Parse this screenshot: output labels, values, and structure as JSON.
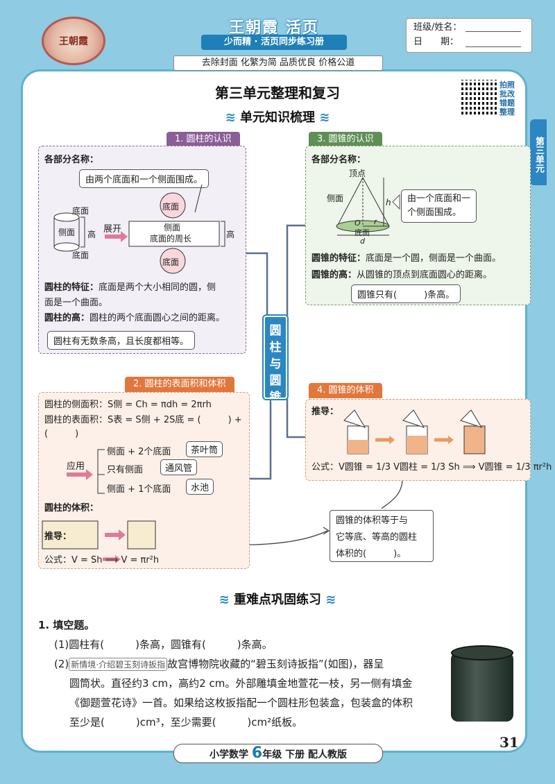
{
  "header": {
    "logo_text": "王朝霞",
    "brand_title": "王朝霞 活页",
    "brand_sub": "少而精 · 活页同步练习册",
    "slogan": "去除封面 化繁为简 品质优良 价格公道",
    "class_label": "班级/姓名：",
    "date_label": "日　　期："
  },
  "title": "第三单元整理和复习",
  "qr_label": "拍照批改 错题整理",
  "unit_tag": "第三单元",
  "section1": "单元知识梳理",
  "section2": "重难点巩固练习",
  "center_tag": "圆柱与圆锥",
  "box1": {
    "tab": "1. 圆柱的认识",
    "parts": "各部分名称：",
    "callout": "由两个底面和一个侧面围成。",
    "base_top": "底面",
    "side": "侧面",
    "base_bottom": "底面",
    "height": "高",
    "unfold": "展开",
    "circle_top": "底面",
    "rect_line1": "侧面",
    "rect_line2": "底面的周长",
    "rect_height": "高",
    "circle_bottom": "底面",
    "feature_label": "圆柱的特征：",
    "feature_text": "底面是两个大小相同的圆，侧",
    "feature_text2": "面是一个曲面。",
    "height_label": "圆柱的高：",
    "height_text": "圆柱的两个底面圆心之间的距离。",
    "note": "圆柱有无数条高，且长度都相等。"
  },
  "box2": {
    "tab": "2. 圆柱的表面积和体积",
    "lateral": "圆柱的侧面积：S侧 = Ch = πdh = 2πrh",
    "surface": "圆柱的表面积：S表 = S侧 + 2S底 = (　　　) +",
    "surface2": "(　　　)",
    "apply": "应用",
    "app1": "侧面 + 2个底面",
    "app1_ex": "茶叶筒",
    "app2": "只有侧面",
    "app2_ex": "通风管",
    "app3": "侧面 + 1个底面",
    "app3_ex": "水池",
    "volume_label": "圆柱的体积：",
    "derive": "推导：",
    "formula": "公式：V = Sh ⟹ V = πr²h"
  },
  "box3": {
    "tab": "3. 圆锥的认识",
    "parts": "各部分名称：",
    "apex": "顶点",
    "side": "侧面",
    "h": "h",
    "o": "O",
    "r": "r",
    "base": "底面",
    "d": "d",
    "callout1": "由一个底面和一",
    "callout2": "个侧面围成。",
    "feature_label": "圆锥的特征：",
    "feature_text": "底面是一个圆，侧面是一个曲面。",
    "height_label": "圆锥的高：",
    "height_text": "从圆锥的顶点到底面圆心的距离。",
    "note": "圆锥只有(　　　)条高。"
  },
  "box4": {
    "tab": "4. 圆锥的体积",
    "derive": "推导：",
    "formula": "公式：V圆锥 = 1/3 V圆柱 = 1/3 Sh ⟹ V圆锥 = 1/3 πr²h"
  },
  "note_box": {
    "line1": "圆锥的体积等于与",
    "line2": "它等底、等高的圆柱",
    "line3": "体积的(　　　)。"
  },
  "questions": {
    "q1": "1. 填空题。",
    "q1_1": "(1)圆柱有(　　　)条高，圆锥有(　　　)条高。",
    "q1_2_prefix": "(2)",
    "q1_2_tag": "新情境·介绍碧玉刻诗扳指",
    "q1_2_a": "故宫博物院收藏的“碧玉刻诗扳指”(如图)，器呈",
    "q1_2_b": "圆筒状。直径约3 cm，高约2 cm。外部雕填金地萱花一枝，另一侧有填金",
    "q1_2_c": "《御题萱花诗》一首。如果给这枚扳指配一个圆柱形包装盒，包装盒的体积",
    "q1_2_d": "至少是(　　　)cm³，至少需要(　　　)cm²纸板。"
  },
  "footer": {
    "subject": "小学数学",
    "grade": "6",
    "grade_suffix": "年级",
    "term": "下册",
    "edition": "配人教版"
  },
  "page_number": "31"
}
